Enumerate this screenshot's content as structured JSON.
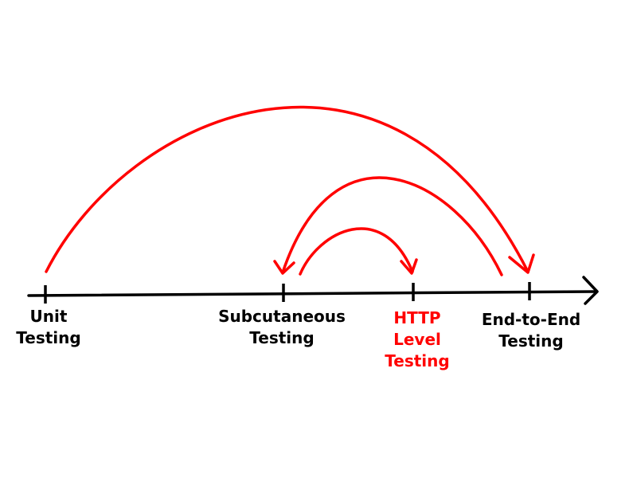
{
  "colors": {
    "axis": "#000000",
    "arrows": "#ff0000",
    "highlight_label": "#ff0000",
    "label": "#000000"
  },
  "axis": {
    "direction": "left-to-right",
    "milestones": [
      {
        "id": "unit",
        "lines": [
          "Unit",
          "Testing"
        ],
        "highlighted": false
      },
      {
        "id": "subcutaneous",
        "lines": [
          "Subcutaneous",
          "Testing"
        ],
        "highlighted": false
      },
      {
        "id": "http",
        "lines": [
          "HTTP",
          "Level",
          "Testing"
        ],
        "highlighted": true
      },
      {
        "id": "e2e",
        "lines": [
          "End-to-End",
          "Testing"
        ],
        "highlighted": false
      }
    ]
  },
  "arcs": [
    {
      "from": "unit",
      "to": "e2e"
    },
    {
      "from": "e2e",
      "to": "subcutaneous"
    },
    {
      "from": "subcutaneous",
      "to": "http"
    }
  ]
}
